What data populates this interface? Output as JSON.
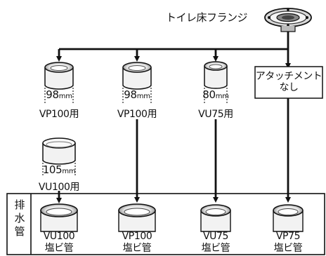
{
  "flange": {
    "label": "トイレ床フランジ"
  },
  "attachments": [
    {
      "dimension": "98",
      "unit": "mm",
      "label": "VP100用"
    },
    {
      "dimension": "98",
      "unit": "mm",
      "label": "VP100用"
    },
    {
      "dimension": "80",
      "unit": "mm",
      "label": "VU75用"
    },
    {
      "dimension": "105",
      "unit": "mm",
      "label": "VU100用"
    }
  ],
  "no_attachment": {
    "line1": "アタッチメント",
    "line2": "なし"
  },
  "drain_section": {
    "label_chars": [
      "排",
      "水",
      "管"
    ]
  },
  "pipes": [
    {
      "line1": "VU100",
      "line2": "塩ビ管"
    },
    {
      "line1": "VP100",
      "line2": "塩ビ管"
    },
    {
      "line1": "VU75",
      "line2": "塩ビ管"
    },
    {
      "line1": "VP75",
      "line2": "塩ビ管"
    }
  ]
}
